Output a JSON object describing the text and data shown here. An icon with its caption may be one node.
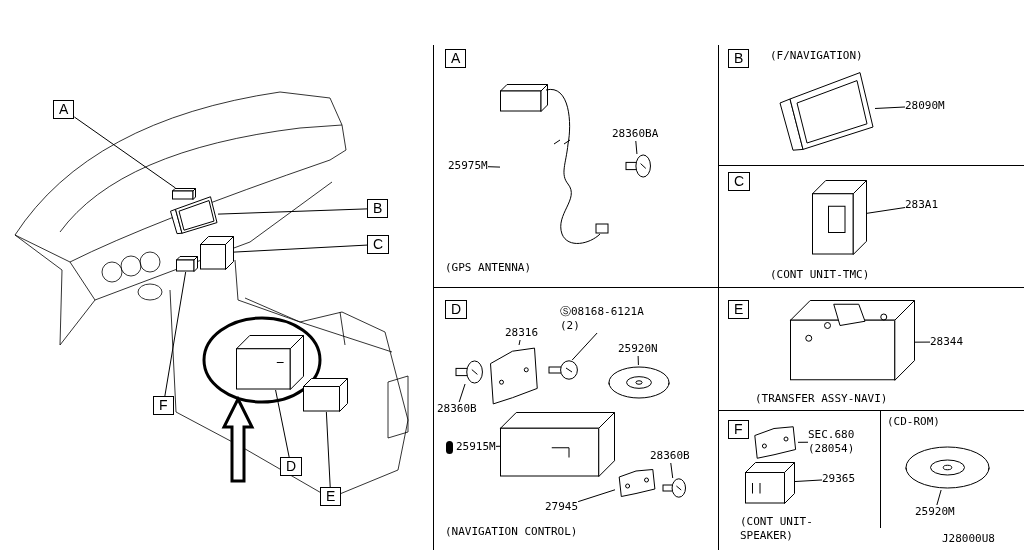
{
  "diagram": {
    "nodes": [
      {
        "text": [
          "A"
        ]
      },
      {
        "text": [],
        "shape": "box"
      },
      {
        "text": [
          "B"
        ]
      },
      {
        "text": [],
        "shape": "picture"
      },
      {
        "text": [
          "C"
        ]
      },
      {
        "text": [],
        "shape": "box"
      },
      {
        "text": [
          "F"
        ]
      },
      {
        "text": [],
        "shape": "box"
      },
      {
        "text": [
          "D"
        ]
      },
      {
        "text": [],
        "shape": "picture"
      },
      {
        "text": [
          "E"
        ]
      },
      {
        "text": [],
        "shape": "box"
      },
      {
        "text": [
          "(GPS ANTENNA)"
        ]
      },
      {
        "text": [],
        "shape": "picture",
        "in": 12
      },
      {
        "text": [
          "25975M"
        ],
        "in": 12
      },
      {
        "text": [],
        "shape": "picture",
        "in": 12
      },
      {
        "text": [
          "28360BA"
        ],
        "in": 12
      },
      {
        "text": [
          "(F/NAVIGATION)"
        ]
      },
      {
        "text": [],
        "shape": "picture",
        "in": 17
      },
      {
        "text": [
          "28090M"
        ],
        "in": 17
      },
      {
        "text": [
          "(CONT UNIT-TMC)"
        ]
      },
      {
        "text": [],
        "shape": "picture",
        "in": 20
      },
      {
        "text": [
          "283A1"
        ],
        "in": 20
      },
      {
        "text": [
          "(NAVIGATION CONTROL)"
        ]
      },
      {
        "text": [],
        "shape": "picture",
        "in": 23
      },
      {
        "text": [
          "28316"
        ],
        "in": 23
      },
      {
        "text": [],
        "shape": "picture",
        "in": 23
      },
      {
        "text": [
          "Ⓢ08168-6121A (2)"
        ],
        "in": 23
      },
      {
        "text": [],
        "shape": "picture",
        "in": 23
      },
      {
        "text": [
          "25920N"
        ],
        "in": 23
      },
      {
        "text": [],
        "shape": "picture",
        "in": 23
      },
      {
        "text": [
          "28360B"
        ],
        "in": 23
      },
      {
        "text": [],
        "shape": "picture",
        "in": 23
      },
      {
        "text": [
          "25915M"
        ],
        "in": 23
      },
      {
        "text": [],
        "shape": "picture",
        "in": 23
      },
      {
        "text": [
          "27945"
        ],
        "in": 23
      },
      {
        "text": [],
        "shape": "picture",
        "in": 23
      },
      {
        "text": [
          "28360B"
        ],
        "in": 23
      },
      {
        "text": [
          "(TRANSFER ASSY-NAVI)"
        ]
      },
      {
        "text": [],
        "shape": "picture",
        "in": 38
      },
      {
        "text": [
          "28344"
        ],
        "in": 38
      },
      {
        "text": [
          "(CONT UNIT- SPEAKER)"
        ]
      },
      {
        "text": [],
        "shape": "picture",
        "in": 41
      },
      {
        "text": [
          "SEC.680 (28054)"
        ],
        "in": 41
      },
      {
        "text": [],
        "shape": "picture",
        "in": 41
      },
      {
        "text": [
          "29365"
        ],
        "in": 41
      },
      {
        "text": [
          "(CD-ROM)"
        ]
      },
      {
        "text": [],
        "shape": "picture",
        "in": 46
      },
      {
        "text": [
          "25920M"
        ],
        "in": 46
      },
      {
        "text": [
          "A"
        ],
        "in": 12
      },
      {
        "text": [
          "B"
        ],
        "in": 17
      },
      {
        "text": [
          "C"
        ],
        "in": 20
      },
      {
        "text": [
          "D"
        ],
        "in": 23
      },
      {
        "text": [
          "E"
        ],
        "in": 38
      },
      {
        "text": [
          "F"
        ],
        "in": 41
      }
    ],
    "edges": [
      {
        "from": 0,
        "to": 1,
        "arrow": "none"
      },
      {
        "from": 2,
        "to": 3,
        "arrow": "none"
      },
      {
        "from": 4,
        "to": 5,
        "arrow": "none"
      },
      {
        "from": 6,
        "to": 7,
        "arrow": "none"
      },
      {
        "from": 8,
        "to": 9,
        "arrow": "none"
      },
      {
        "from": 10,
        "to": 11,
        "arrow": "none"
      },
      {
        "from": 14,
        "to": 13,
        "arrow": "none"
      },
      {
        "from": 16,
        "to": 15,
        "arrow": "none"
      },
      {
        "from": 19,
        "to": 18,
        "arrow": "none"
      },
      {
        "from": 22,
        "to": 21,
        "arrow": "none"
      },
      {
        "from": 25,
        "to": 24,
        "arrow": "none"
      },
      {
        "from": 27,
        "to": 26,
        "arrow": "none"
      },
      {
        "from": 29,
        "to": 28,
        "arrow": "none"
      },
      {
        "from": 31,
        "to": 30,
        "arrow": "none"
      },
      {
        "from": 33,
        "to": 32,
        "arrow": "none"
      },
      {
        "from": 35,
        "to": 34,
        "arrow": "none"
      },
      {
        "from": 37,
        "to": 36,
        "arrow": "none"
      },
      {
        "from": 40,
        "to": 39,
        "arrow": "none"
      },
      {
        "from": 43,
        "to": 42,
        "arrow": "none"
      },
      {
        "from": 45,
        "to": 44,
        "arrow": "none"
      },
      {
        "from": 48,
        "to": 47,
        "arrow": "none"
      }
    ],
    "labels": [
      "J28000U8"
    ]
  }
}
